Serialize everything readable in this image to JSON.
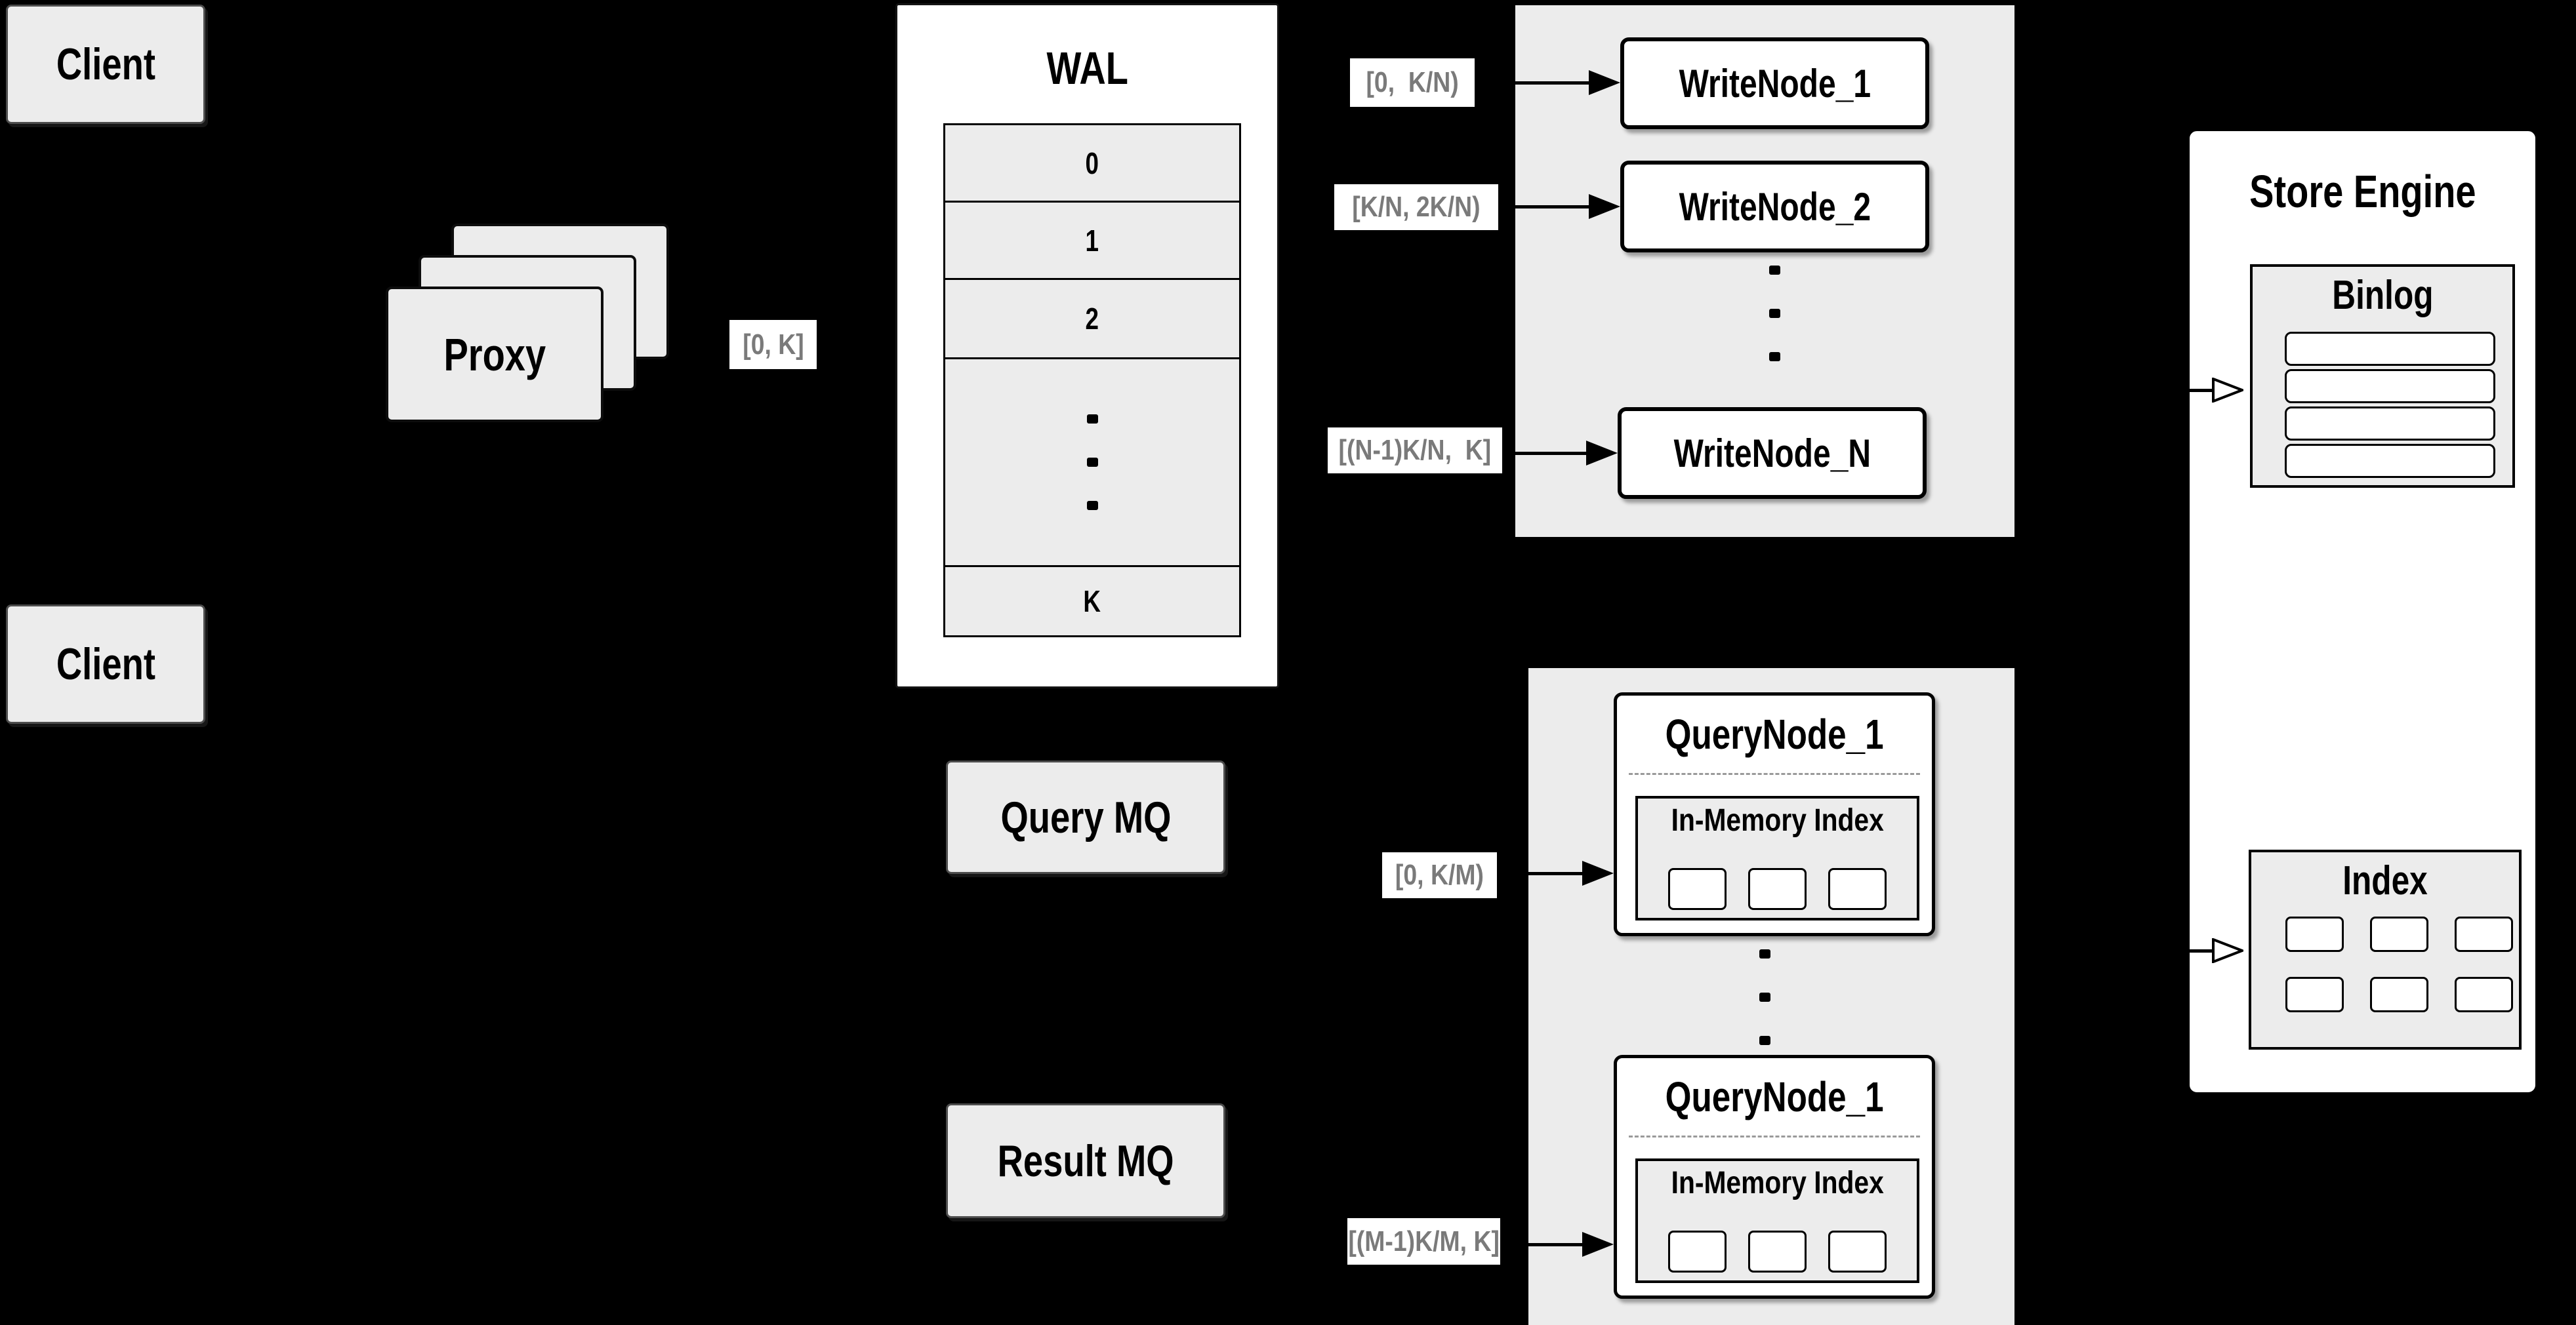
{
  "colors": {
    "background": "#000000",
    "group_gray": "#ececec",
    "panel_white": "#ffffff",
    "border_black": "#000000",
    "range_label_text": "#7a7a7a",
    "dashed_divider": "#9a9a9a"
  },
  "icons": {
    "arrowhead_filled": "filled right-pointing triangle",
    "arrowhead_open": "hollow right-pointing triangle",
    "vertical_ellipsis": "three stacked dots"
  },
  "clients": {
    "top": "Client",
    "bottom": "Client"
  },
  "proxy": {
    "label": "Proxy",
    "range": "[0, K]"
  },
  "wal": {
    "title": "WAL",
    "rows": [
      "0",
      "1",
      "2",
      "K"
    ]
  },
  "write_group": {
    "nodes": [
      {
        "label": "WriteNode_1",
        "range": "[0,  K/N)"
      },
      {
        "label": "WriteNode_2",
        "range": "[K/N, 2K/N)"
      },
      {
        "label": "WriteNode_N",
        "range": "[(N-1)K/N,  K]"
      }
    ]
  },
  "mq": {
    "query": "Query MQ",
    "result": "Result MQ"
  },
  "query_group": {
    "nodes": [
      {
        "label": "QueryNode_1",
        "sub": "In-Memory Index",
        "range": "[0, K/M)"
      },
      {
        "label": "QueryNode_1",
        "sub": "In-Memory Index",
        "range": "[(M-1)K/M, K]"
      }
    ]
  },
  "store_engine": {
    "title": "Store Engine",
    "binlog_title": "Binlog",
    "index_title": "Index"
  }
}
